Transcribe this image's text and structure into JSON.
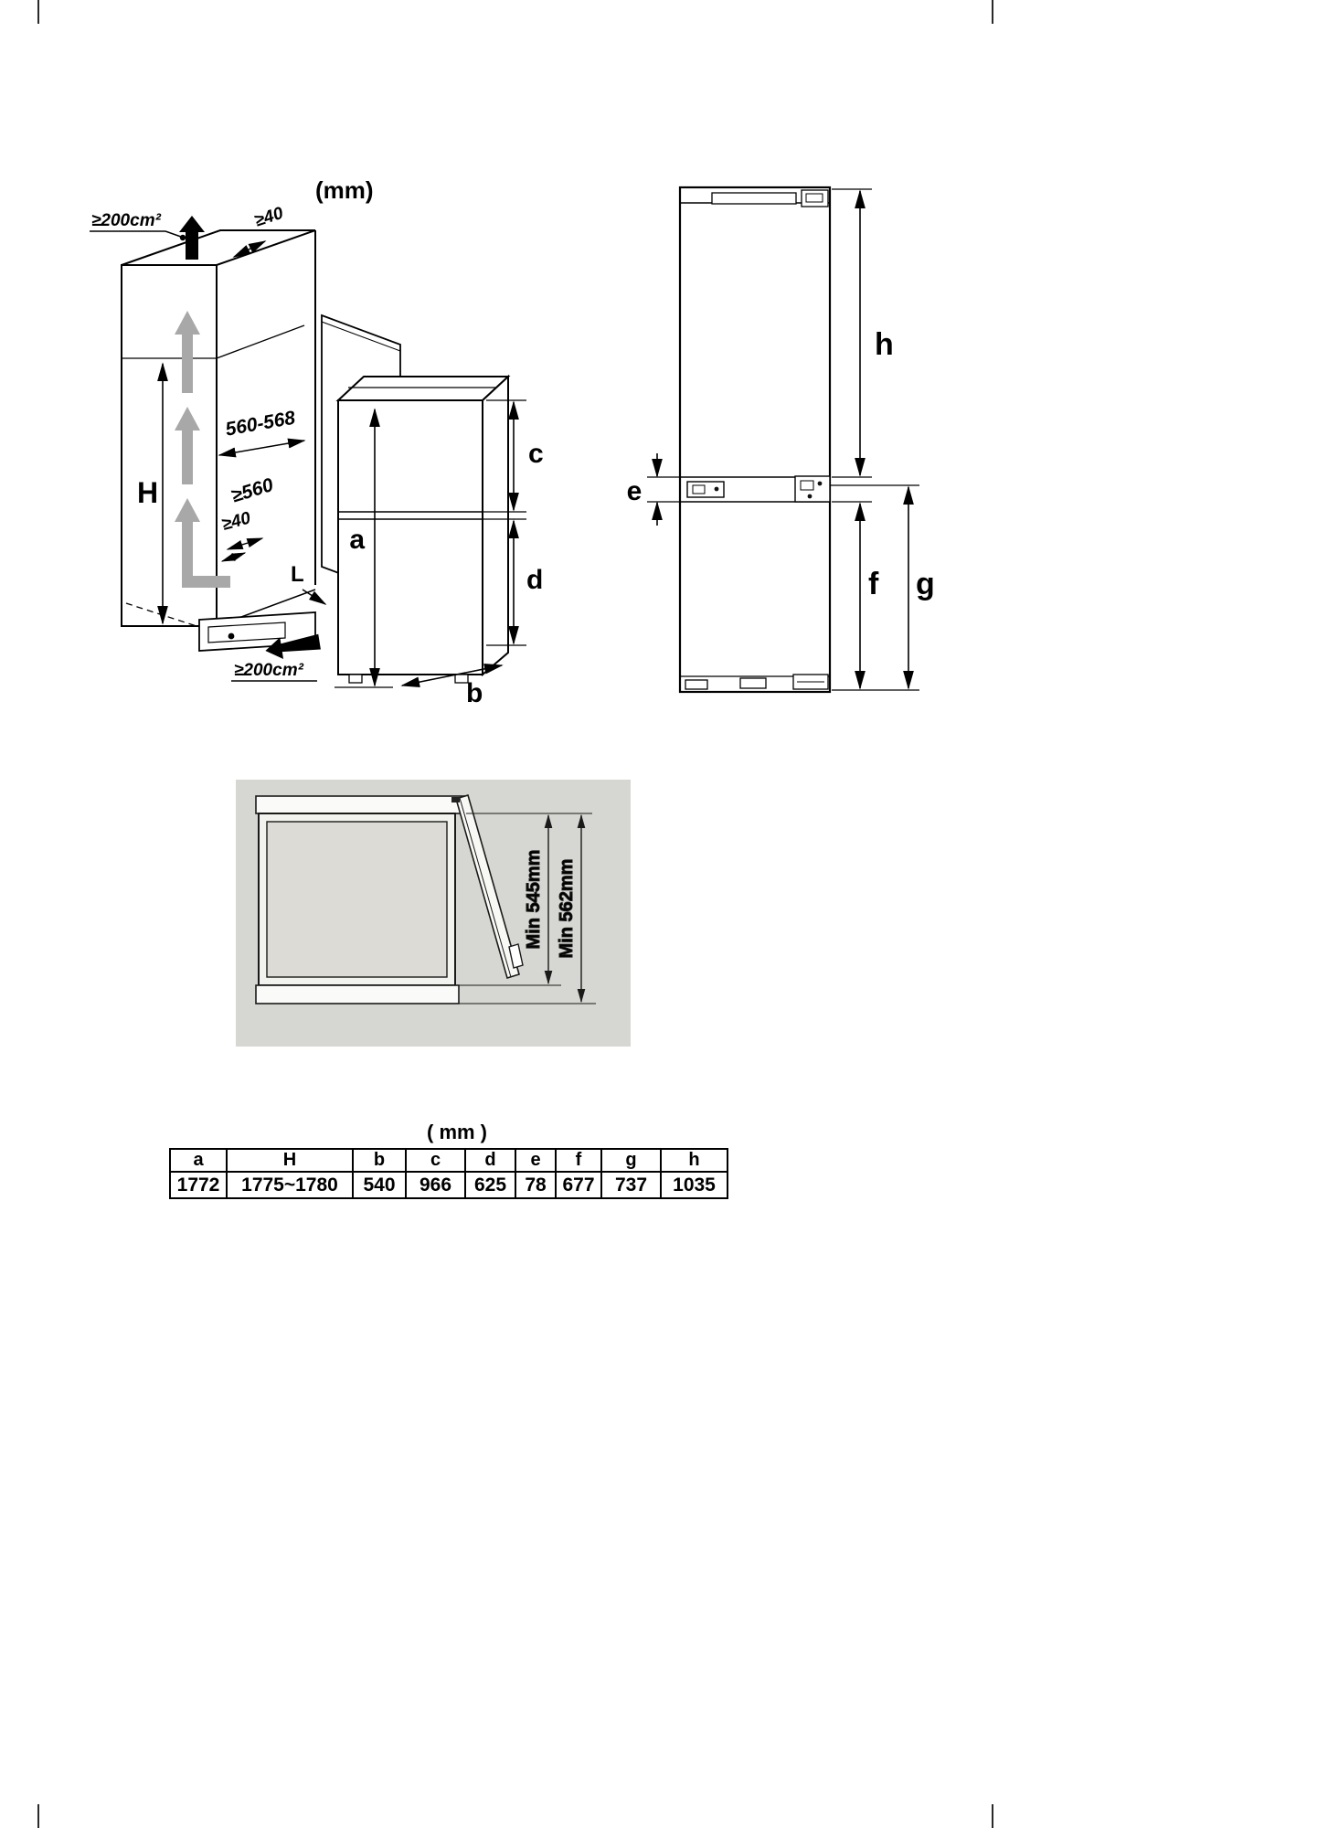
{
  "page": {
    "top_unit_label": "(mm)",
    "table_unit_label": "( mm )"
  },
  "niche": {
    "top_vent": "≥200cm²",
    "top_gap": "≥40",
    "width": "560-568",
    "depth": "≥560",
    "rear_gap": "≥40",
    "height": "H",
    "plinth": "L",
    "bottom_vent": "≥200cm²",
    "fridge_height": "a",
    "fridge_width": "b",
    "upper_door": "c",
    "lower_door": "d"
  },
  "front_view": {
    "upper_height": "h",
    "hinge_gap": "e",
    "lower_height": "f",
    "lower_overall": "g"
  },
  "door_view": {
    "min_depth": "Min 545mm",
    "min_depth_door": "Min 562mm"
  },
  "table": {
    "headers": [
      "a",
      "H",
      "b",
      "c",
      "d",
      "e",
      "f",
      "g",
      "h"
    ],
    "values": [
      "1772",
      "1775~1780",
      "540",
      "966",
      "625",
      "78",
      "677",
      "737",
      "1035"
    ]
  }
}
